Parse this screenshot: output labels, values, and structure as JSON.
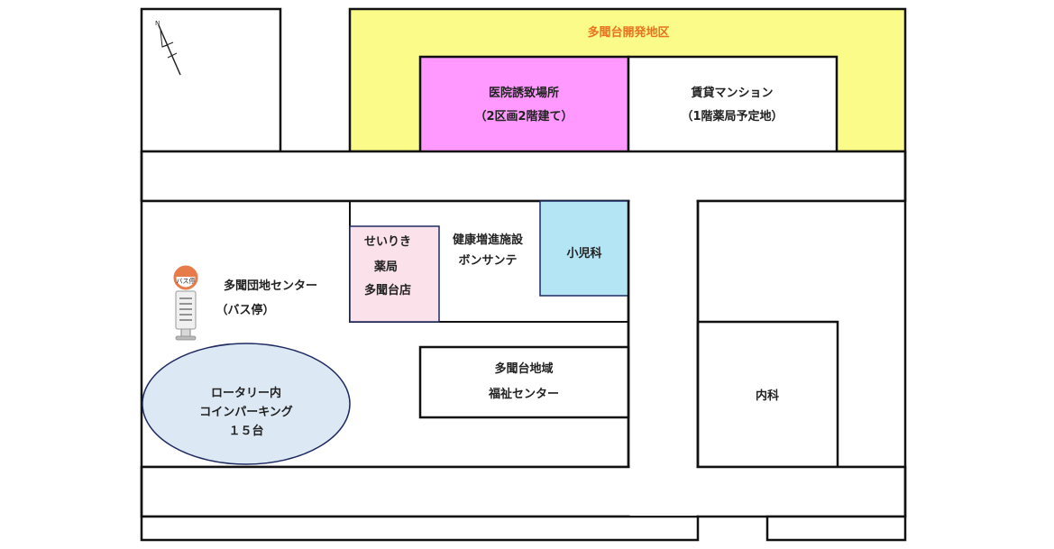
{
  "colors": {
    "development_fill": "#fbfb8a",
    "development_text": "#e8731f",
    "clinic_site_fill": "#ff99ff",
    "pharmacy_fill": "#fae1ea",
    "pediatrics_fill": "#b3e5f5",
    "rotary_fill": "#dce8f3",
    "bus_stop_accent": "#e87b4a"
  },
  "compass": {
    "north_label": "N"
  },
  "development_area": {
    "label": "多聞台開発地区"
  },
  "clinic_site": {
    "line1": "医院誘致場所",
    "line2": "（2区画2階建て）"
  },
  "rental_mansion": {
    "line1": "賃貸マンション",
    "line2": "（1階薬局予定地）"
  },
  "pharmacy": {
    "line1": "せいりき",
    "line2": "薬局",
    "line3": "多聞台店"
  },
  "health_facility": {
    "line1": "健康増進施設",
    "line2": "ボンサンテ"
  },
  "pediatrics": {
    "label": "小児科"
  },
  "bus_center": {
    "line1": "多聞団地センター",
    "line2": "（バス停）",
    "sign_text": "バス停"
  },
  "rotary_parking": {
    "line1": "ロータリー内",
    "line2": "コインパーキング",
    "line3": "１５台"
  },
  "welfare_center": {
    "line1": "多聞台地域",
    "line2": "福祉センター"
  },
  "internal_medicine": {
    "label": "内科"
  }
}
